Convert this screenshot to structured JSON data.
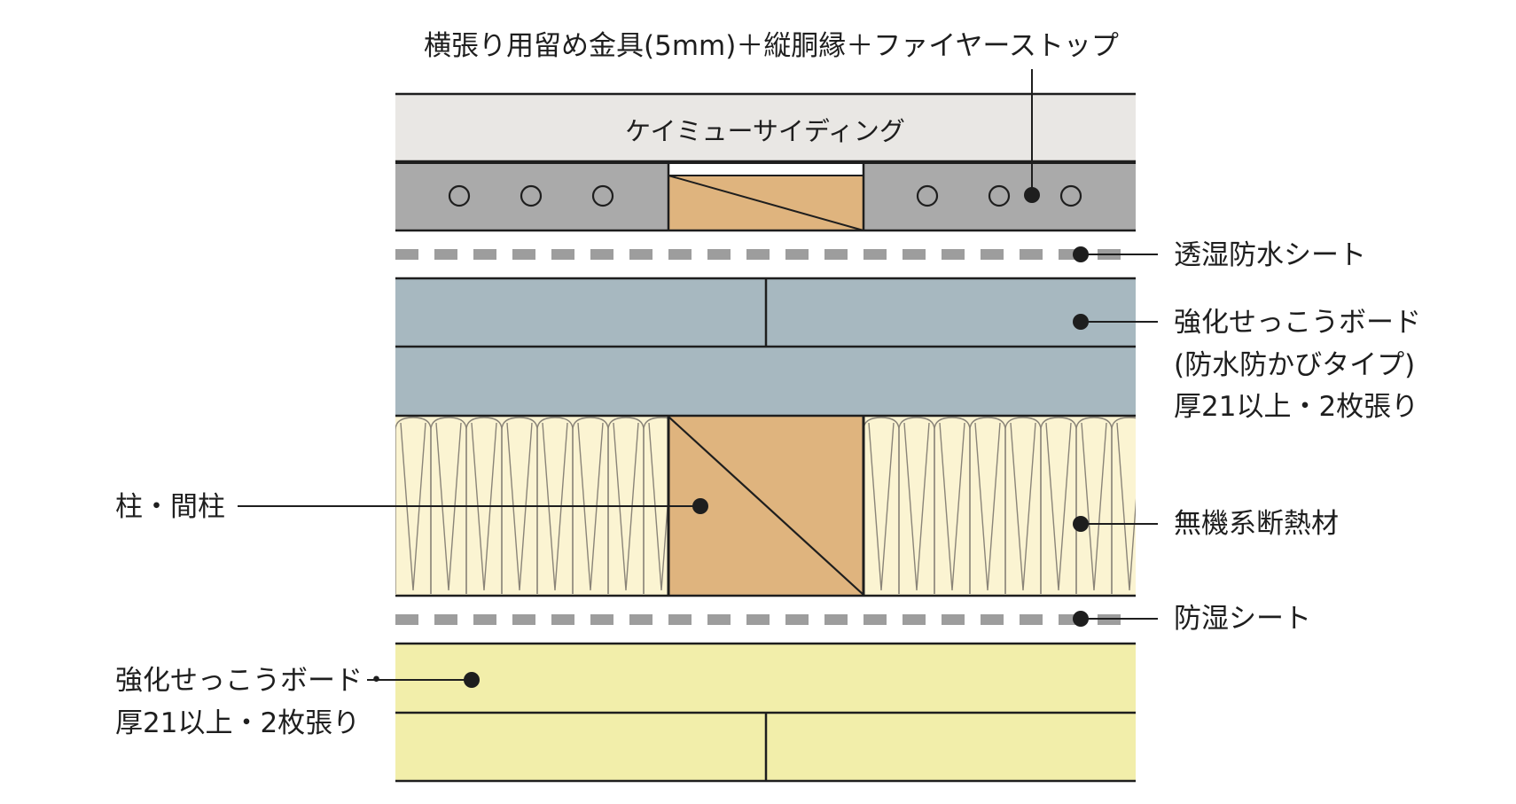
{
  "labels": {
    "top_callout": "横張り用留め金具(5mm)＋縦胴縁＋ファイヤーストップ",
    "siding": "ケイミューサイディング",
    "breathable_sheet": "透湿防水シート",
    "outer_board_line1": "強化せっこうボード",
    "outer_board_line2": "(防水防かびタイプ)",
    "outer_board_line3": "厚21以上・2枚張り",
    "post": "柱・間柱",
    "insulation": "無機系断熱材",
    "vapor_sheet": "防湿シート",
    "inner_board_line1": "強化せっこうボード・",
    "inner_board_line2": "厚21以上・2枚張り"
  },
  "colors": {
    "siding": "#e9e7e4",
    "batten_zone": "#aaaaaa",
    "wood": "#dfb47e",
    "board_outer": "#a7b8c0",
    "insulation_fill": "#fbf4d2",
    "board_inner": "#f2eeaa",
    "sheet_dash": "#9d9d9d",
    "line": "#1e1e1e"
  }
}
